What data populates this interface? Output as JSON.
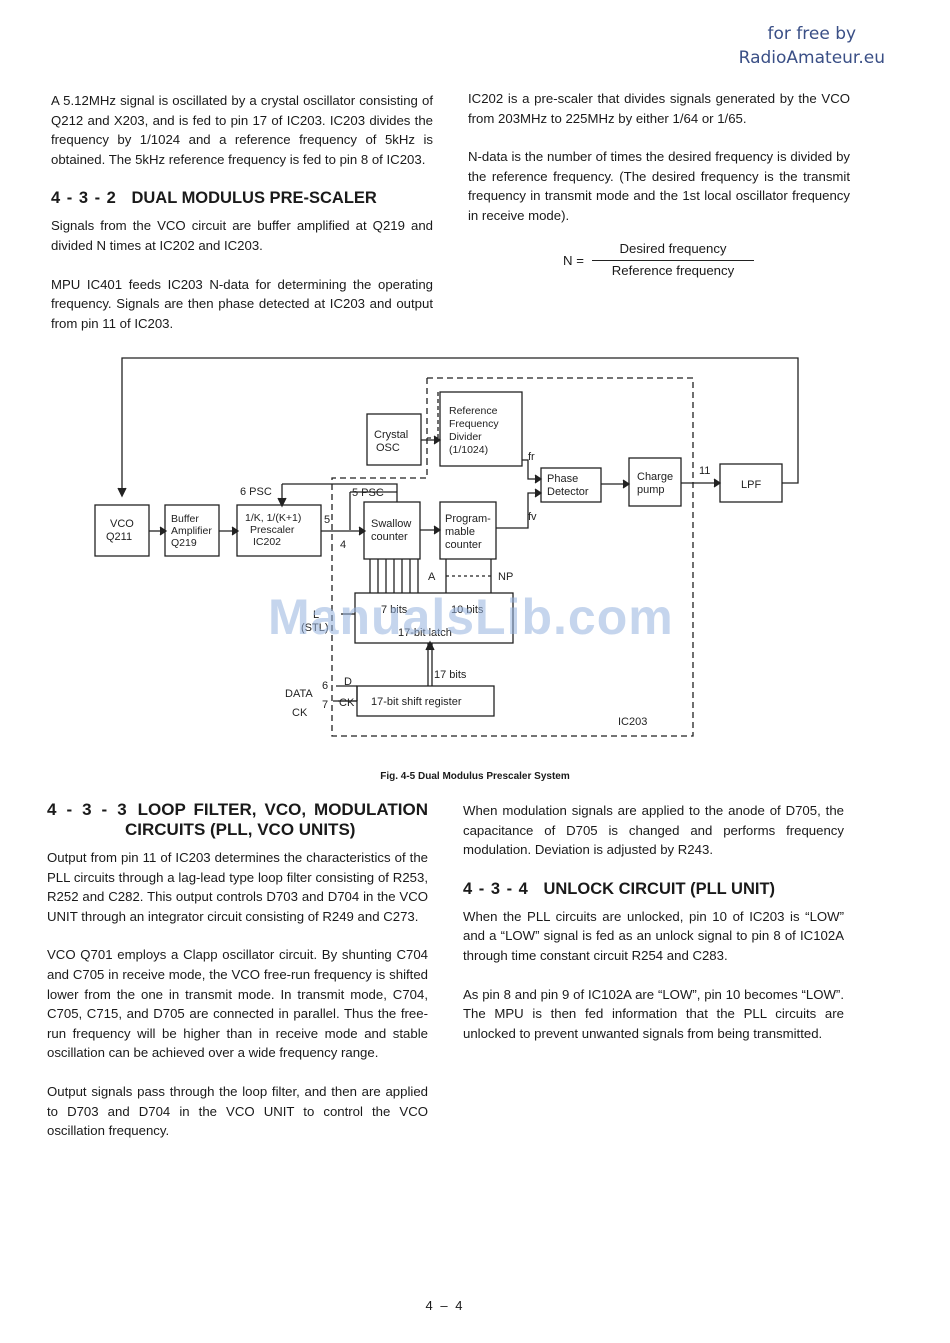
{
  "header": {
    "line1": "for free by",
    "line2": "RadioAmateur.eu"
  },
  "left_top": {
    "p1": "A 5.12MHz signal is oscillated by a crystal oscillator consisting of Q212 and X203, and is fed to pin 17 of IC203. IC203 divides the frequency by 1/1024 and a reference frequency of 5kHz is obtained. The 5kHz reference frequency is fed to pin 8 of IC203.",
    "heading_num": "4 - 3 - 2",
    "heading_title": "DUAL MODULUS PRE-SCALER",
    "p2": "Signals from the VCO circuit are buffer amplified at Q219 and divided N times at IC202 and IC203.",
    "p3": "MPU IC401 feeds IC203 N-data for determining the operating frequency. Signals are then phase detected at IC203 and output from pin 11 of IC203."
  },
  "right_top": {
    "p1": "IC202 is a pre-scaler that divides signals generated by the VCO from 203MHz to 225MHz by either 1/64 or 1/65.",
    "p2": "N-data is the number of times the desired frequency is divided by the reference frequency. (The desired frequency is the transmit frequency in transmit mode and the 1st local oscillator frequency in receive mode).",
    "formula_n": "N =",
    "formula_num": "Desired frequency",
    "formula_den": "Reference frequency"
  },
  "diagram": {
    "vco": [
      "VCO",
      "Q211"
    ],
    "buffer": [
      "Buffer",
      "Amplifier",
      "Q219"
    ],
    "prescaler": [
      "1/K, 1/(K+1)",
      "Prescaler",
      "IC202"
    ],
    "crystal": [
      "Crystal",
      "OSC"
    ],
    "refdiv": [
      "Reference",
      "Frequency",
      "Divider",
      "(1/1024)"
    ],
    "phase": [
      "Phase",
      "Detector"
    ],
    "charge": [
      "Charge",
      "pump"
    ],
    "lpf": "LPF",
    "swallow": [
      "Swallow",
      "counter"
    ],
    "prog": [
      "Program-",
      "mable",
      "counter"
    ],
    "latch_a": "7 bits",
    "latch_b": "10 bits",
    "latch_c": "17-bit latch",
    "latch_side": [
      "L",
      "(STL)"
    ],
    "shift": "17-bit shift register",
    "label_6psc": "6 PSC",
    "label_5psc": "5 PSC",
    "pin5": "5",
    "pin4": "4",
    "fr": "fr",
    "fv": "fv",
    "pin11": "11",
    "A": "A",
    "NP": "NP",
    "bits17": "17 bits",
    "data": "DATA",
    "ck": "CK",
    "pin6": "6",
    "pin7": "7",
    "D": "D",
    "CK_in": "CK",
    "ic203": "IC203"
  },
  "caption": "Fig. 4-5 Dual Modulus Prescaler System",
  "watermark": "ManualsLib.com",
  "left_bottom": {
    "heading_num": "4 - 3 - 3",
    "heading_title": "LOOP FILTER, VCO, MODULATION CIRCUITS (PLL, VCO UNITS)",
    "p1": "Output from pin 11 of IC203 determines the characteristics of the PLL circuits through a lag-lead type loop filter consisting of R253, R252 and C282. This output controls D703 and D704 in the VCO UNIT through an integrator circuit consisting of R249 and C273.",
    "p2": "VCO Q701 employs a Clapp oscillator circuit. By shunting C704 and C705 in receive mode, the VCO free-run frequency is shifted lower from the one in transmit mode. In transmit mode, C704, C705, C715, and D705 are connected in parallel. Thus the free-run frequency will be higher than in receive mode and stable oscillation can be achieved over a wide frequency range.",
    "p3": "Output signals pass through the loop filter, and then are applied to D703 and D704 in the VCO UNIT to control the VCO oscillation frequency."
  },
  "right_bottom": {
    "p1": "When modulation signals are applied to the anode of D705, the capacitance of D705 is changed and performs frequency modulation. Deviation is adjusted by R243.",
    "heading_num": "4 - 3 - 4",
    "heading_title": "UNLOCK CIRCUIT (PLL UNIT)",
    "p2": "When the PLL circuits are unlocked, pin 10 of IC203 is “LOW” and a “LOW” signal is fed as an unlock signal to pin 8 of IC102A through time constant circuit R254 and C283.",
    "p3": "As pin 8 and pin 9 of IC102A are “LOW”, pin 10 becomes “LOW”. The MPU is then fed information that the PLL circuits are unlocked to prevent unwanted signals from being transmitted."
  },
  "page_number": "4 – 4"
}
